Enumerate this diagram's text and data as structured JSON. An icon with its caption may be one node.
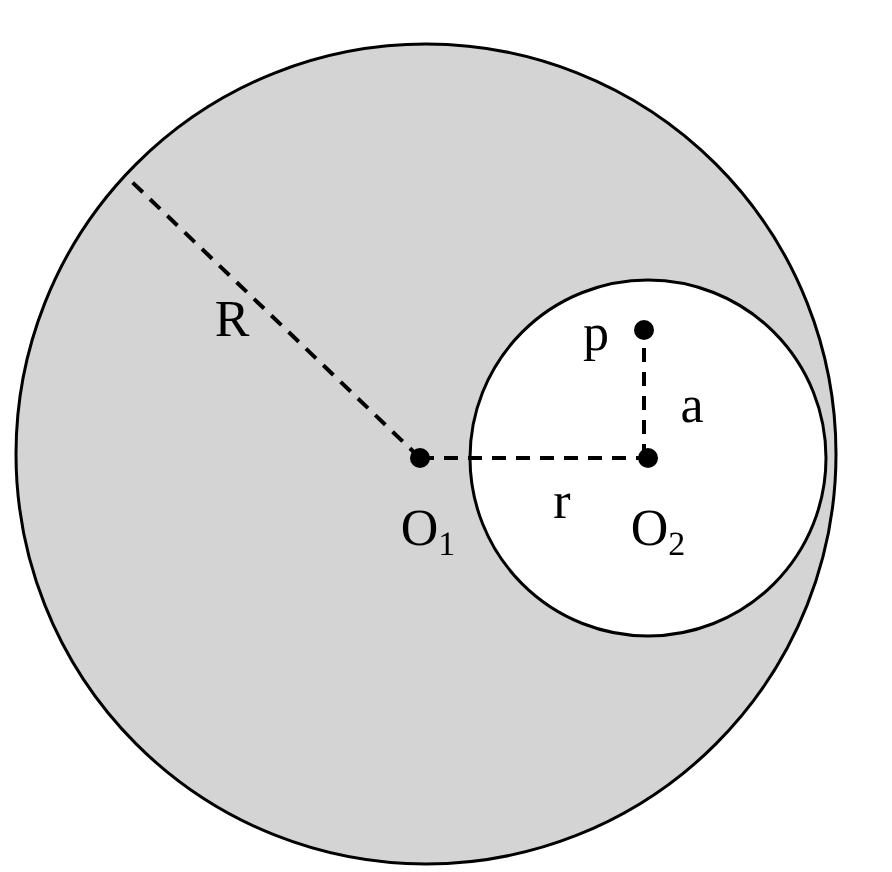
{
  "diagram": {
    "labels": [
      "R",
      "p",
      "a",
      "O$_{1}$",
      "r",
      "O$_{2}$"
    ]
  }
}
